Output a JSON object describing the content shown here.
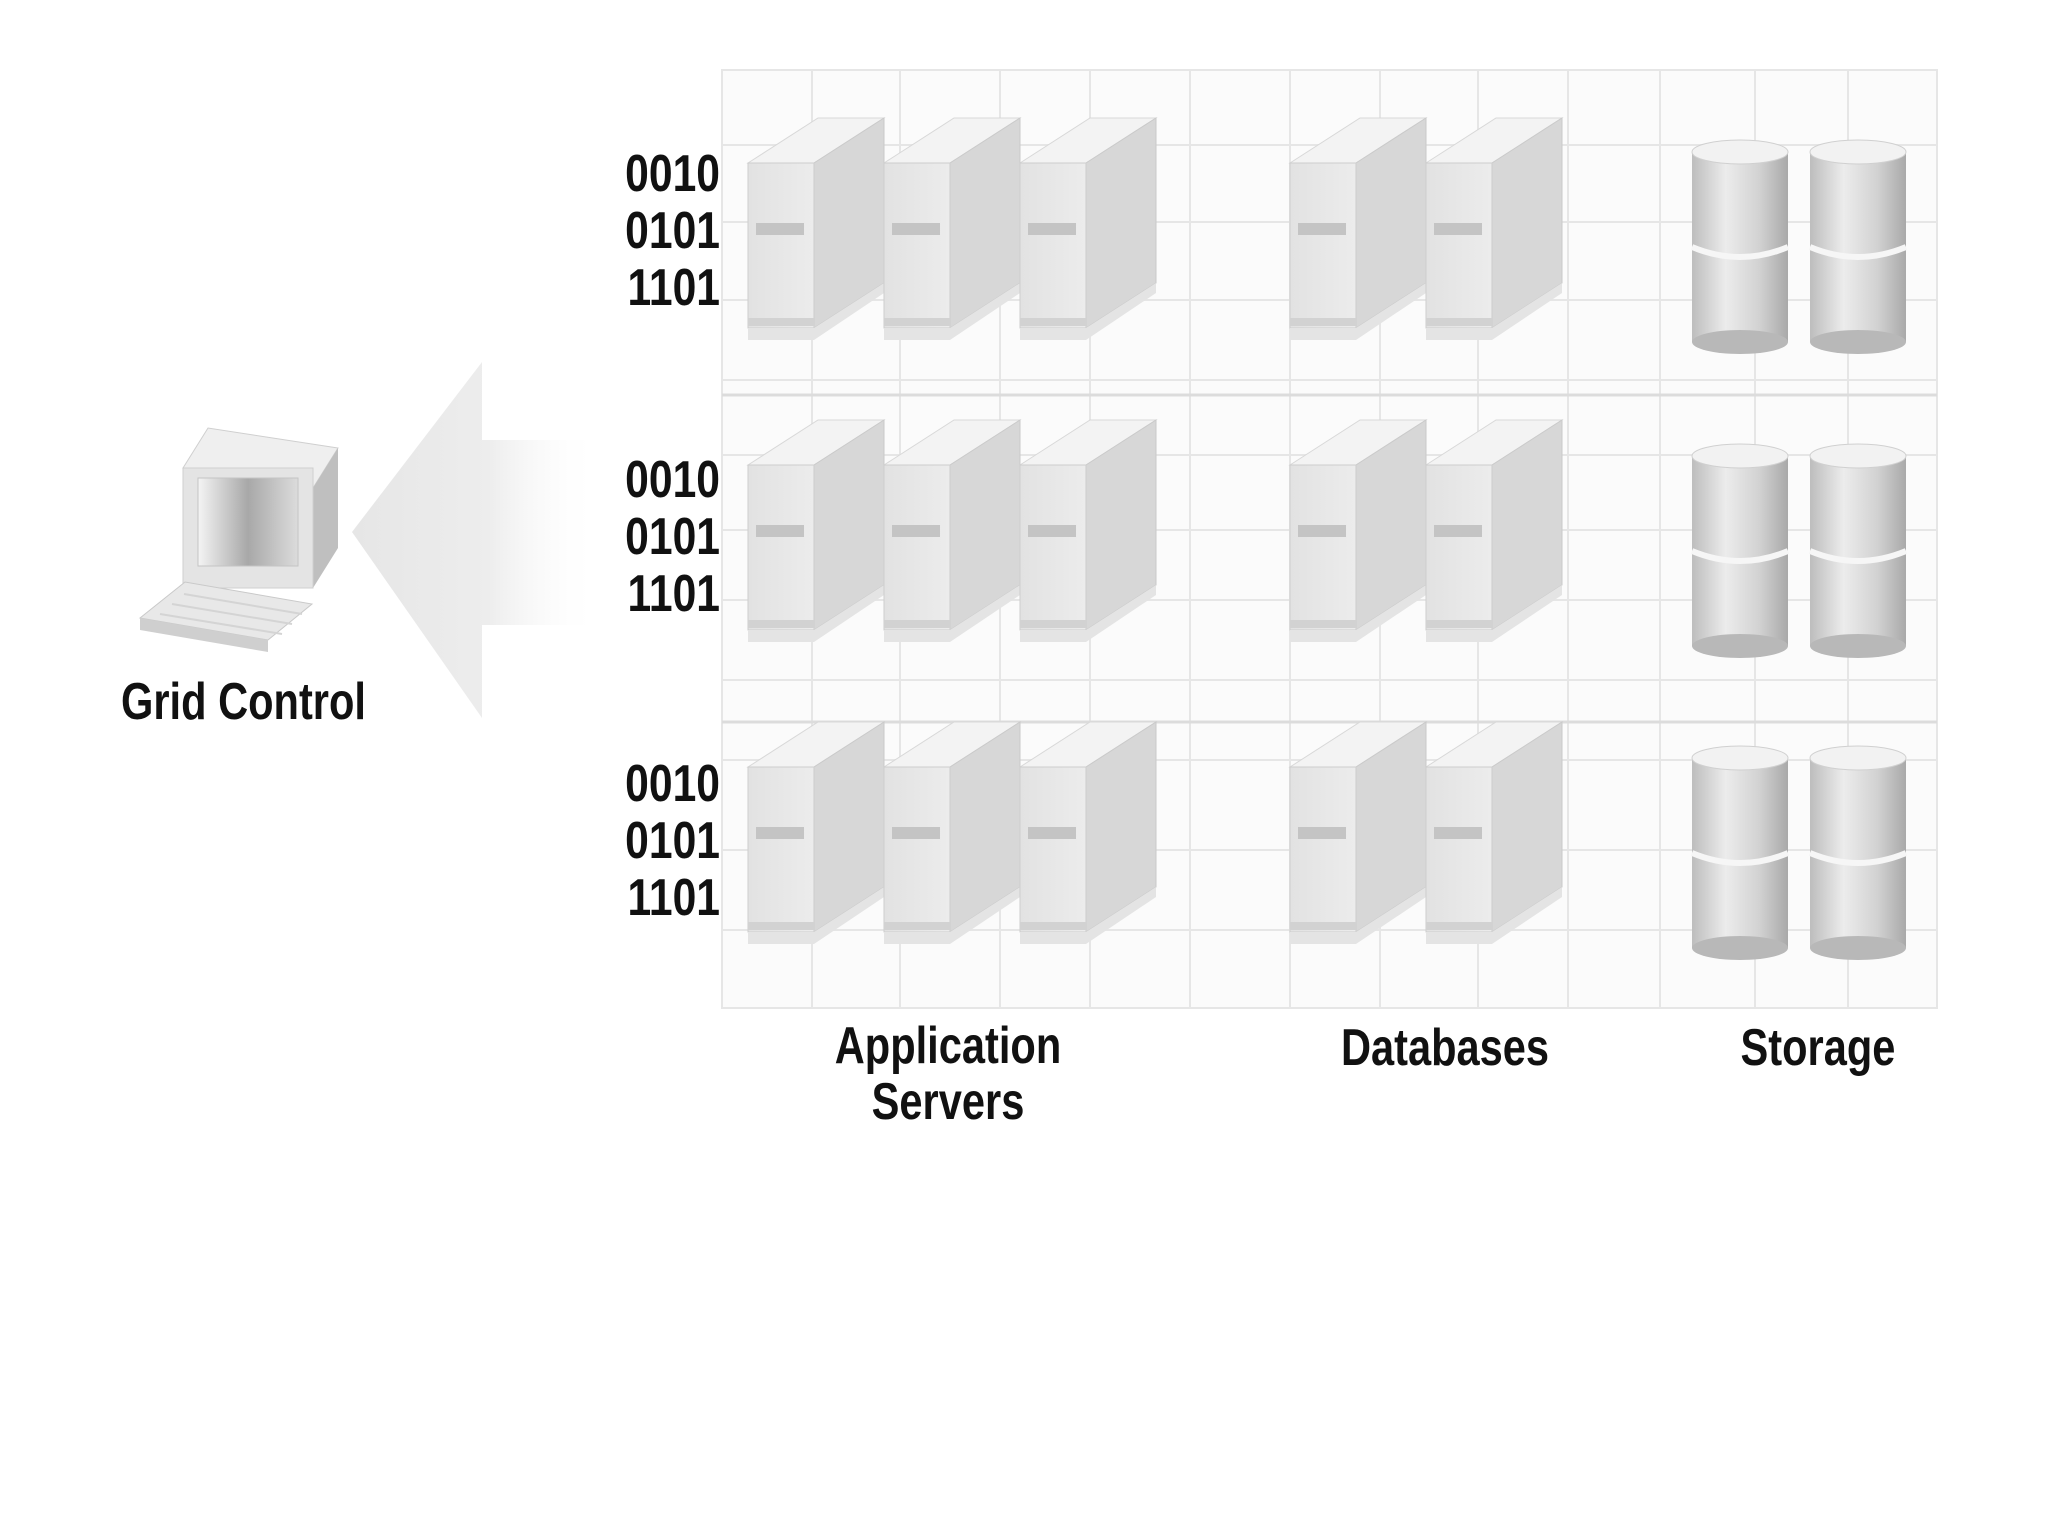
{
  "grid_control": {
    "label": "Grid Control"
  },
  "rows": [
    {
      "codes": [
        "0010",
        "0101",
        "1101"
      ]
    },
    {
      "codes": [
        "0010",
        "0101",
        "1101"
      ]
    },
    {
      "codes": [
        "0010",
        "0101",
        "1101"
      ]
    }
  ],
  "columns": {
    "app_servers": {
      "label_line1": "Application",
      "label_line2": "Servers",
      "count_per_row": 3
    },
    "databases": {
      "label": "Databases",
      "count_per_row": 2
    },
    "storage": {
      "label": "Storage",
      "count_per_row": 2
    }
  },
  "icons": [
    "computer-icon",
    "left-arrow-icon",
    "server-icon",
    "storage-drum-icon"
  ],
  "colors": {
    "background": "#ffffff",
    "grid_line": "#e2e2e2",
    "hardware": "#d9d9d9",
    "text": "#111111"
  }
}
